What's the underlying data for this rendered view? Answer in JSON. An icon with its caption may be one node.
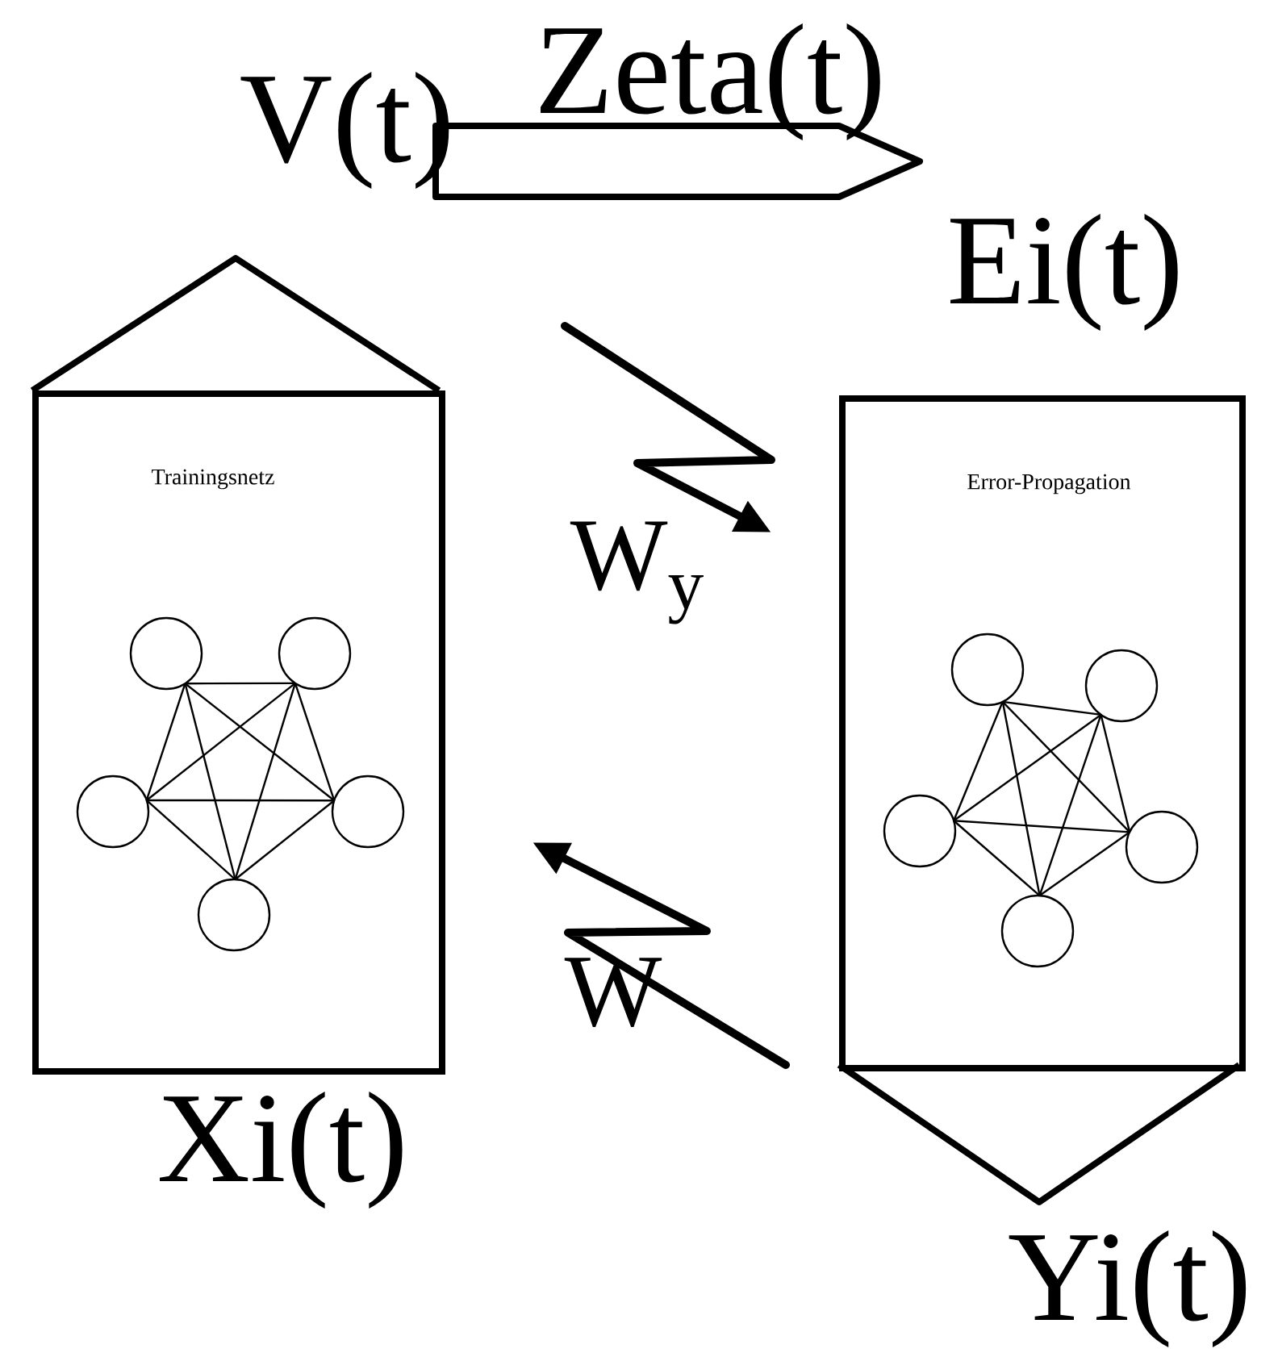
{
  "diagram": {
    "nodes": [
      {
        "text": [
          "Zeta(t)"
        ],
        "beside": [
          "V(t)"
        ]
      },
      {
        "text": [
          "Trainingsnetz"
        ],
        "beside": [
          "Xi(t)"
        ]
      },
      {
        "text": [
          "Error-Propagation"
        ],
        "beside": [
          "Ei(t)",
          "Yi(t)"
        ]
      }
    ],
    "edges": [
      {
        "from": null,
        "to": 2,
        "arrow": "to",
        "label": "W$_{y}$"
      },
      {
        "from": null,
        "to": 1,
        "arrow": "to",
        "label": "W"
      }
    ]
  }
}
